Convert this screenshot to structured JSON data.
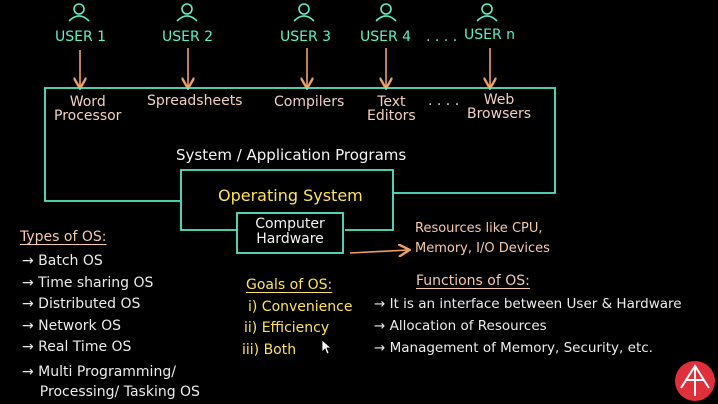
{
  "users": {
    "labels": [
      "USER 1",
      "USER 2",
      "USER 3",
      "USER 4",
      "USER n"
    ],
    "ellipsis": ". . . ."
  },
  "programs": {
    "word_processor": "Word\nProcessor",
    "spreadsheets": "Spreadsheets",
    "compilers": "Compilers",
    "text_editors": "Text\nEditors",
    "ellipsis": ". . . .",
    "web_browsers": "Web\nBrowsers",
    "box_label": "System / Application Programs"
  },
  "os_box": {
    "label": "Operating System"
  },
  "hardware_box": {
    "label": "Computer\nHardware"
  },
  "resources": {
    "text": "Resources like CPU,\nMemory, I/O Devices"
  },
  "types": {
    "heading": "Types of OS:",
    "items": [
      "→ Batch OS",
      "→ Time sharing OS",
      "→ Distributed OS",
      "→ Network OS",
      "→ Real Time OS",
      "→ Multi Programming/\n    Processing/ Tasking OS"
    ]
  },
  "goals": {
    "heading": "Goals of OS:",
    "items": [
      "i) Convenience",
      "ii) Efficiency",
      "iii) Both"
    ]
  },
  "functions": {
    "heading": "Functions of OS:",
    "items": [
      "→ It is an interface between User & Hardware",
      "→ Allocation of Resources",
      "→ Management of Memory, Security, etc."
    ]
  },
  "colors": {
    "users": "#5ef0c8",
    "programs": "#f2d0c0",
    "arrows": "#f0a060",
    "boxes": "#56e8c8",
    "os_label": "#ffe35a",
    "lists": "#ececec",
    "logo": "#e0303a"
  },
  "icons": [
    "user-icon",
    "arrow-down",
    "cursor-icon",
    "logo-mark"
  ]
}
